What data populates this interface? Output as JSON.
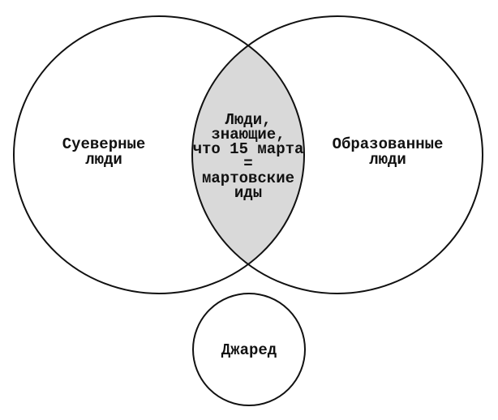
{
  "diagram": {
    "type": "venn",
    "left_circle": {
      "lines": [
        "Суеверные",
        "люди"
      ]
    },
    "right_circle": {
      "lines": [
        "Образованные",
        "люди"
      ]
    },
    "intersection": {
      "lines": [
        "Люди,",
        "знающие,",
        "что 15 марта",
        "=",
        "мартовские",
        "иды"
      ]
    },
    "bottom_circle": {
      "label": "Джаред"
    },
    "colors": {
      "stroke": "#111111",
      "intersection_fill": "#d9d9d9",
      "background": "#ffffff"
    }
  }
}
